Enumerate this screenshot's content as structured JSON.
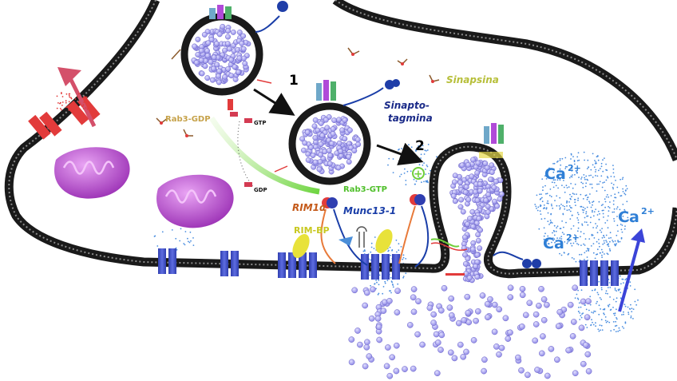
{
  "labels": {
    "step1": "1",
    "step2": "2",
    "sinapsina": "Sinapsina",
    "synaptotagmin_line1": "Sinapto-",
    "synaptotagmin_line2": "tagmina",
    "rab3_gdp": "Rab3-GDP",
    "rab3_gtp": "Rab3-GTP",
    "gtp": "GTP",
    "gdp": "GDP",
    "rim1a": "RIM1α",
    "munc13": "Munc13-1",
    "rim_bp": "RIM-BP",
    "plus": "+"
  },
  "ions": {
    "base": "Ca",
    "charge": "2+"
  },
  "colors": {
    "membrane": "#2b2b2b",
    "vesicle_fill": "#a9a4f2",
    "channel": "#3f4fc9",
    "calcium_text": "#2f7fd6",
    "mitochondria": "#c24fd8",
    "red_channel": "#e23b3b",
    "arrow_black": "#111111",
    "green": "#6fcf3a",
    "yellow": "#e8e23a"
  }
}
